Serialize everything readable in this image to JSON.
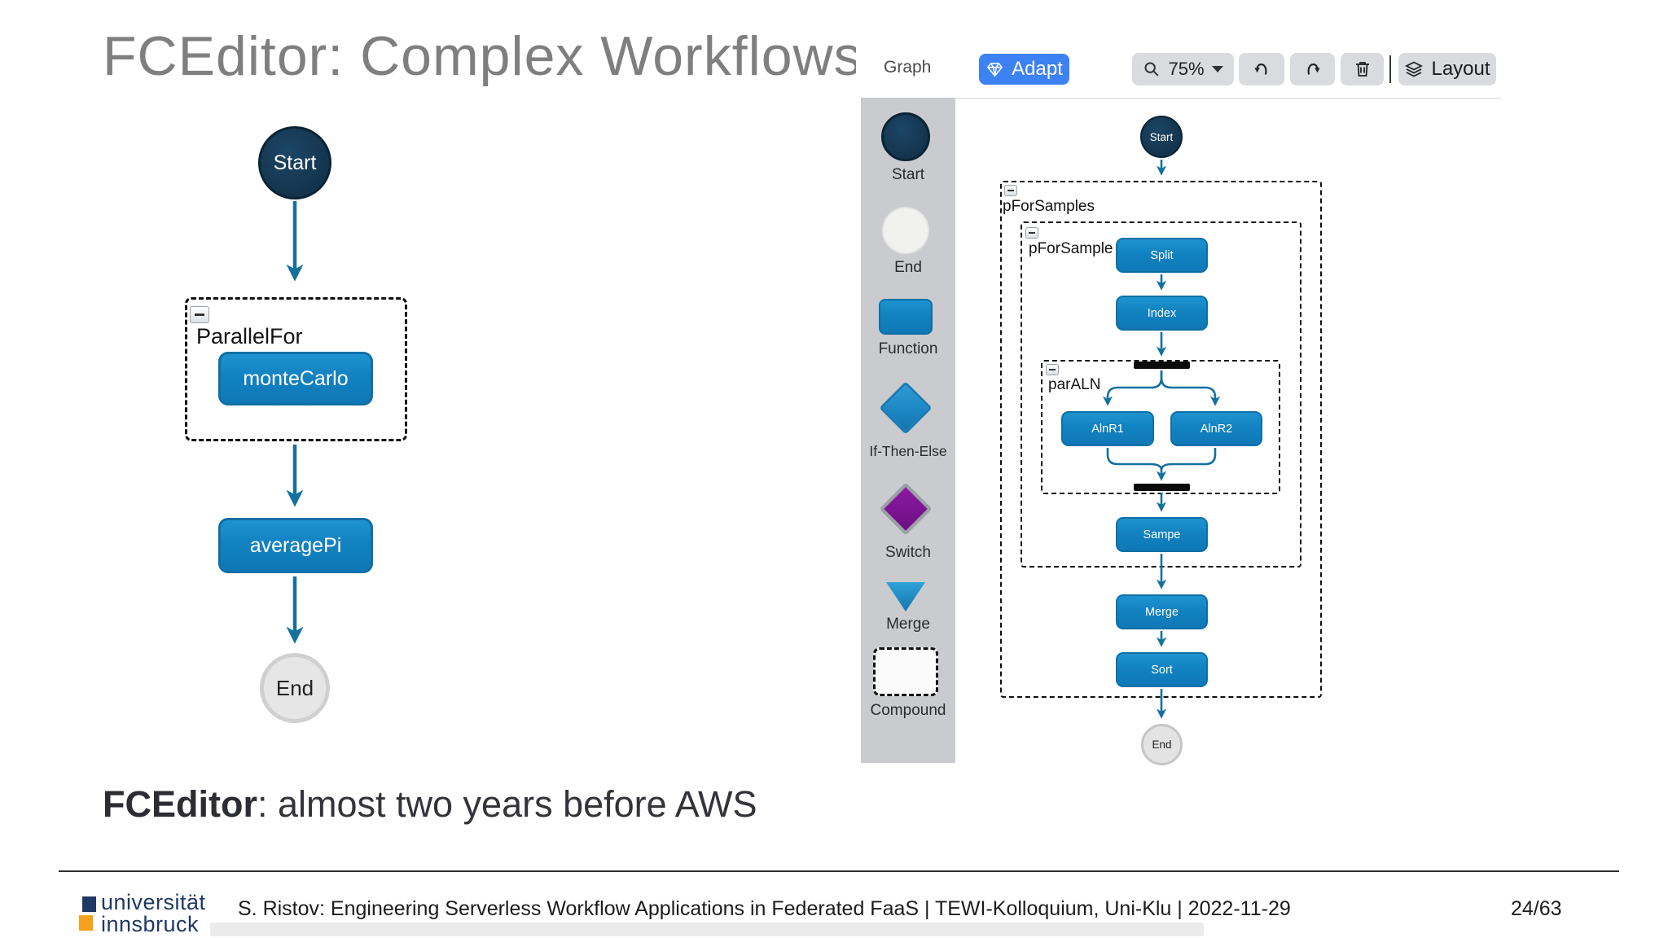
{
  "slide": {
    "title": "FCEditor: Complex Workflows",
    "statement": {
      "bold": "FCEditor",
      "rest": ": almost two years before AWS"
    },
    "footer": {
      "logo_line1": "universität",
      "logo_line2": "innsbruck",
      "credit": "S. Ristov: Engineering Serverless Workflow Applications in Federated FaaS | TEWI-Kolloquium, Uni-Klu | 2022-11-29",
      "page": "24/63"
    }
  },
  "left_diagram": {
    "start_label": "Start",
    "group_label": "ParallelFor",
    "nodes": [
      "monteCarlo",
      "averagePi"
    ],
    "end_label": "End"
  },
  "editor": {
    "tab_label": "Graph",
    "toolbar": {
      "adapt_label": "Adapt",
      "zoom_value": "75%",
      "layout_label": "Layout"
    },
    "palette": {
      "items": [
        {
          "label": "Start",
          "shape": "circle-dark"
        },
        {
          "label": "End",
          "shape": "circle-light"
        },
        {
          "label": "Function",
          "shape": "rect-blue"
        },
        {
          "label": "If-Then-Else",
          "shape": "diamond-blue"
        },
        {
          "label": "Switch",
          "shape": "diamond-purple"
        },
        {
          "label": "Merge",
          "shape": "triangle-blue"
        },
        {
          "label": "Compound",
          "shape": "rect-dashed"
        }
      ]
    },
    "graph": {
      "start_label": "Start",
      "groups": {
        "outer": "pForSamples",
        "inner": "pForSample",
        "parallel": "parALN"
      },
      "nodes": [
        "Split",
        "Index",
        "AlnR1",
        "AlnR2",
        "Sampe",
        "Merge",
        "Sort"
      ],
      "end_label": "End"
    }
  },
  "colors": {
    "title-gray": "#7f7f7f",
    "node-blue": "#1585c5",
    "node-blue-dark": "#0e6fa6",
    "arrow": "#14719f",
    "navy": "#14344d",
    "navy-border": "#0a2435",
    "purple": "#7b1292",
    "palette-bg": "#c9cbcf",
    "adapt-blue": "#3d82f5",
    "button-bg": "#d9dbde",
    "end-gray": "#e6e6e6",
    "end-border": "#d0d0d0",
    "logo-navy": "#1f3864",
    "logo-orange": "#f6a21d"
  }
}
